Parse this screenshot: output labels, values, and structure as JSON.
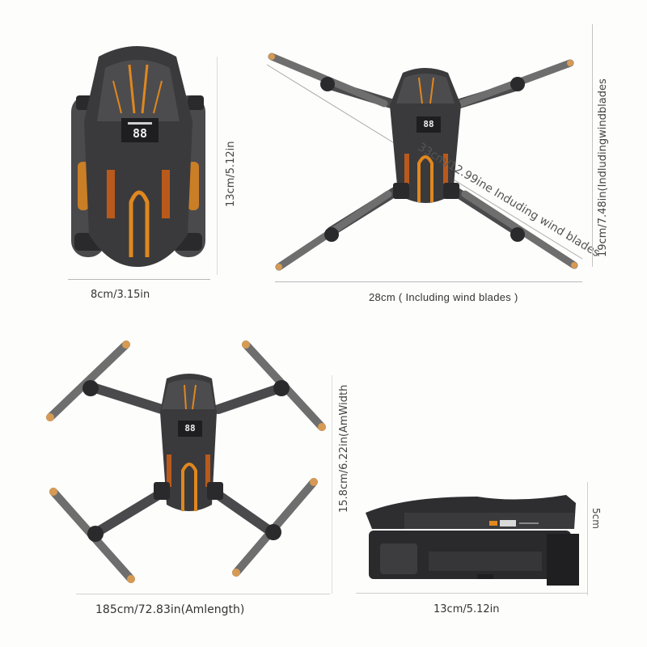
{
  "views": {
    "folded_top": {
      "width_label": "8cm/3.15in",
      "height_label": "13cm/5.12in",
      "badge": "88"
    },
    "unfolded_top": {
      "width_label": "28cm ( Including wind blades )",
      "diagonal_label": "33cm/12.99ine Induding wind blades",
      "height_label": "19cm/7.48in(Indludingwindblades",
      "badge": "88"
    },
    "unfolded_arm": {
      "width_label": "185cm/72.83in(Amlength)",
      "height_label": "15.8cm/6.22in(AmWidth",
      "badge": "88"
    },
    "folded_side": {
      "width_label": "13cm/5.12in",
      "height_label": "5cm"
    }
  },
  "colors": {
    "body": "#3a3a3c",
    "body_light": "#5a5a5c",
    "accent": "#e0871f",
    "propeller": "#6e6e6e",
    "propeller_tip": "#d69a55",
    "dimension_line": "#b8b8b8"
  }
}
